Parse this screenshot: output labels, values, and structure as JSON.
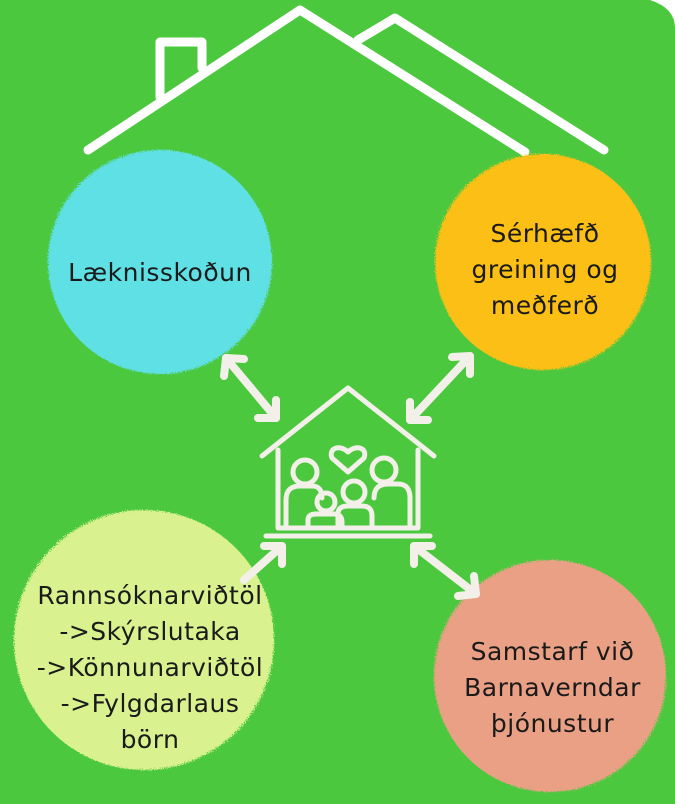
{
  "colors": {
    "background": "#4cc83f",
    "house_outline": "#ffffff",
    "arrow": "#f2f0e8",
    "circle_cyan": "#5ee0e4",
    "circle_orange": "#fbbf15",
    "circle_lightgreen": "#d9f28f",
    "circle_salmon": "#eaa085"
  },
  "icons": {
    "roof": "house-roof-outline-icon",
    "center": "family-house-heart-icon"
  },
  "nodes": {
    "laeknisskodun": {
      "lines": [
        "Læknisskoðun"
      ]
    },
    "serhaefd": {
      "lines": [
        "Sérhæfð",
        "greining og",
        "meðferð"
      ]
    },
    "rannsokn": {
      "lines": [
        "Rannsóknarviðtöl",
        "->Skýrslutaka",
        "->Könnunarviðtöl",
        "->Fylgdarlaus",
        "börn"
      ]
    },
    "samstarf": {
      "lines": [
        "Samstarf við",
        "Barnaverndar",
        "þjónustur"
      ]
    }
  }
}
